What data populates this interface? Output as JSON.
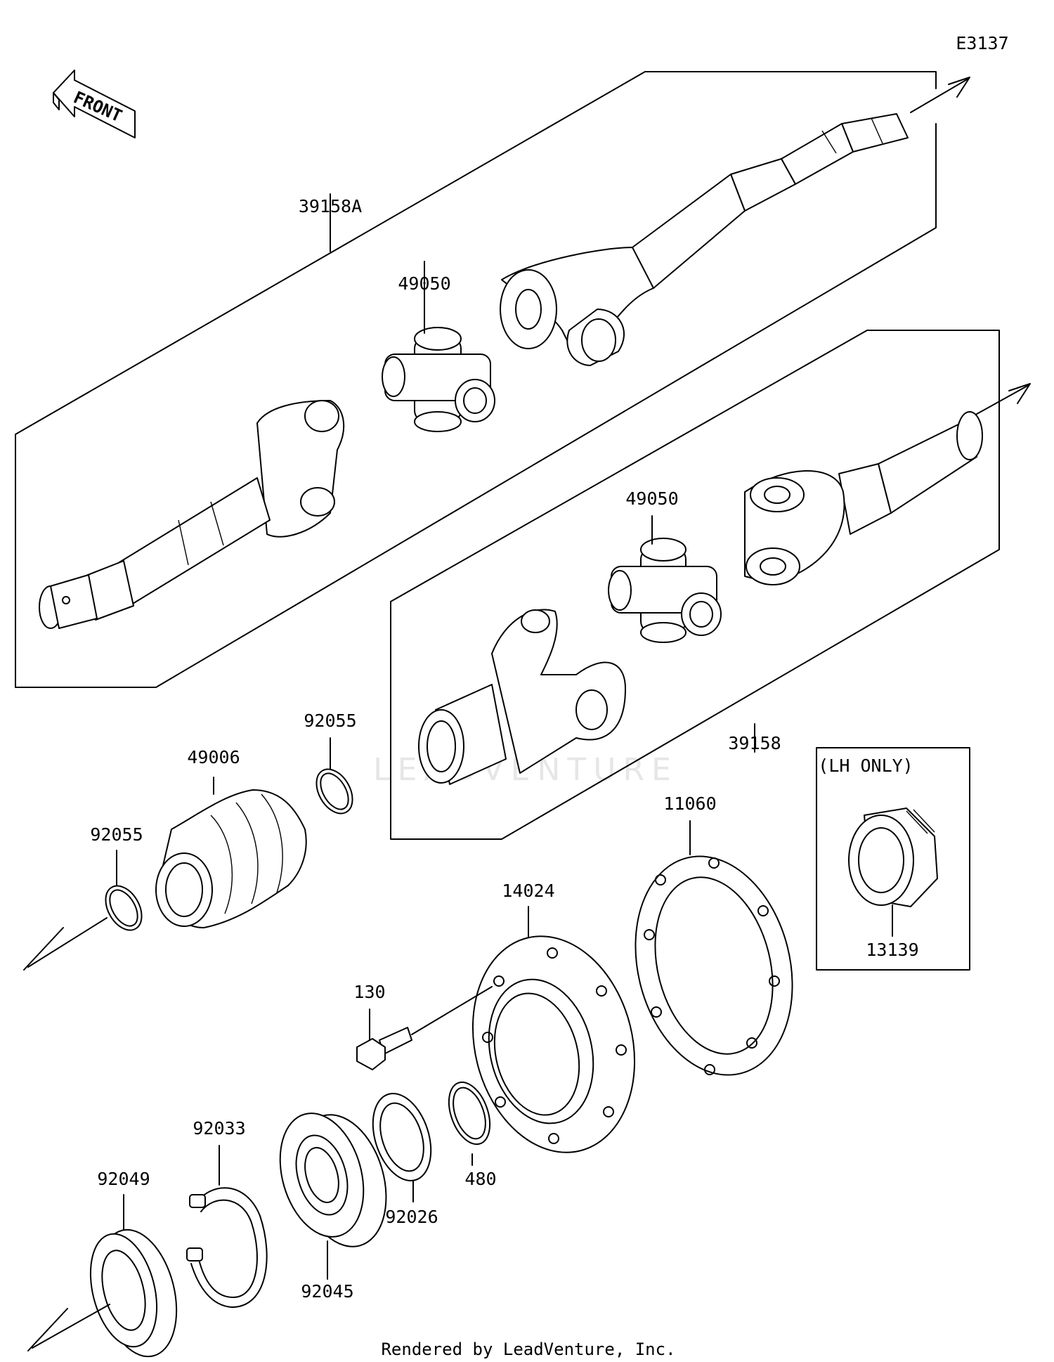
{
  "diagram_code": "E3137",
  "front_arrow_label": "FRONT",
  "watermark": "LEADVENTURE",
  "lh_only_label": "(LH ONLY)",
  "credit": "Rendered by LeadVenture, Inc.",
  "parts": {
    "p39158A": "39158A",
    "p49050_upper": "49050",
    "p49050_lower": "49050",
    "p39158": "39158",
    "p49006": "49006",
    "p92055_upper": "92055",
    "p92055_lower": "92055",
    "p11060": "11060",
    "p14024": "14024",
    "p13139": "13139",
    "p130": "130",
    "p92033": "92033",
    "p92049": "92049",
    "p92045": "92045",
    "p92026": "92026",
    "p480": "480"
  }
}
